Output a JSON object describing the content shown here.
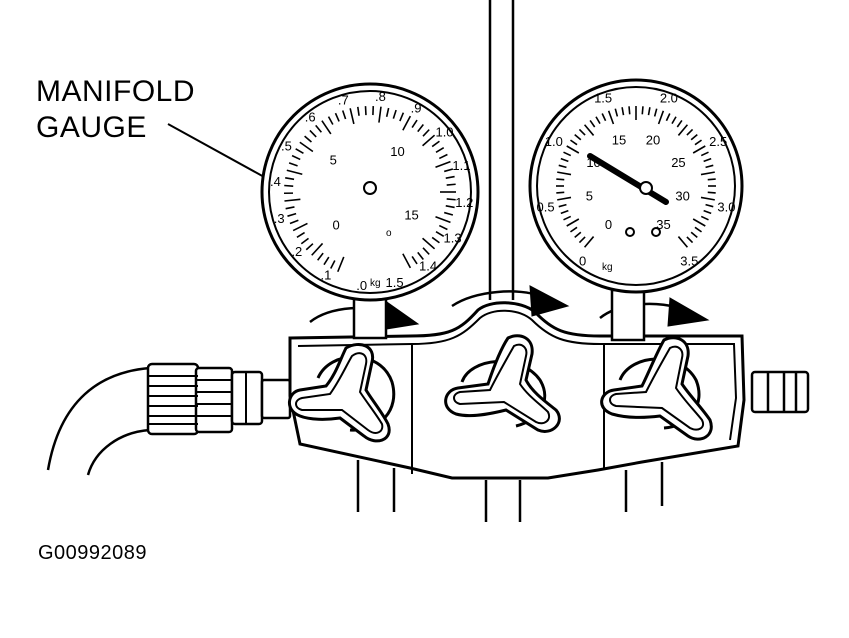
{
  "callout": {
    "line1": "MANIFOLD",
    "line2": "GAUGE"
  },
  "figure_id": "G00992089",
  "left_gauge": {
    "outer_scale": [
      ".0",
      ".1",
      ".2",
      ".3",
      ".4",
      ".5",
      ".6",
      ".7",
      ".8",
      ".9",
      "1.0",
      "1.1",
      "1.2",
      "1.3",
      "1.4",
      "1.5"
    ],
    "inner_scale": [
      "0",
      "5",
      "10",
      "15"
    ],
    "unit_small": "o",
    "unit": "kg"
  },
  "right_gauge": {
    "outer_scale": [
      "0",
      "0.5",
      "1.0",
      "1.5",
      "2.0",
      "2.5",
      "3.0",
      "3.5"
    ],
    "inner_scale": [
      "0",
      "5",
      "10",
      "15",
      "20",
      "25",
      "30",
      "35"
    ],
    "unit": "kg"
  },
  "colors": {
    "ink": "#000000",
    "paper": "#ffffff"
  }
}
